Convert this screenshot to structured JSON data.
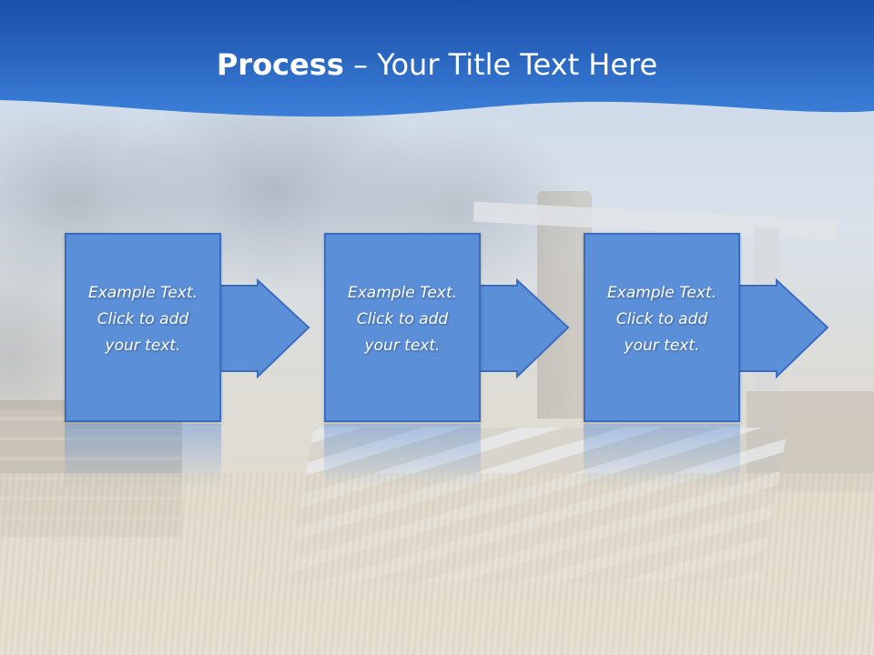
{
  "slide": {
    "title_bold": "Process",
    "title_rest": " – Your Title Text Here"
  },
  "steps": [
    {
      "line1": "Example Text.",
      "line2": "Click  to add",
      "line3": "your text."
    },
    {
      "line1": "Example Text.",
      "line2": "Click  to add",
      "line3": "your text."
    },
    {
      "line1": "Example Text.",
      "line2": "Click  to add",
      "line3": "your text."
    }
  ],
  "colors": {
    "header_top": "#1a4fa8",
    "header_bottom": "#3b7fd9",
    "step_fill": "#5b8fd8",
    "step_border": "#3a6cc0",
    "text": "#ffffff"
  }
}
